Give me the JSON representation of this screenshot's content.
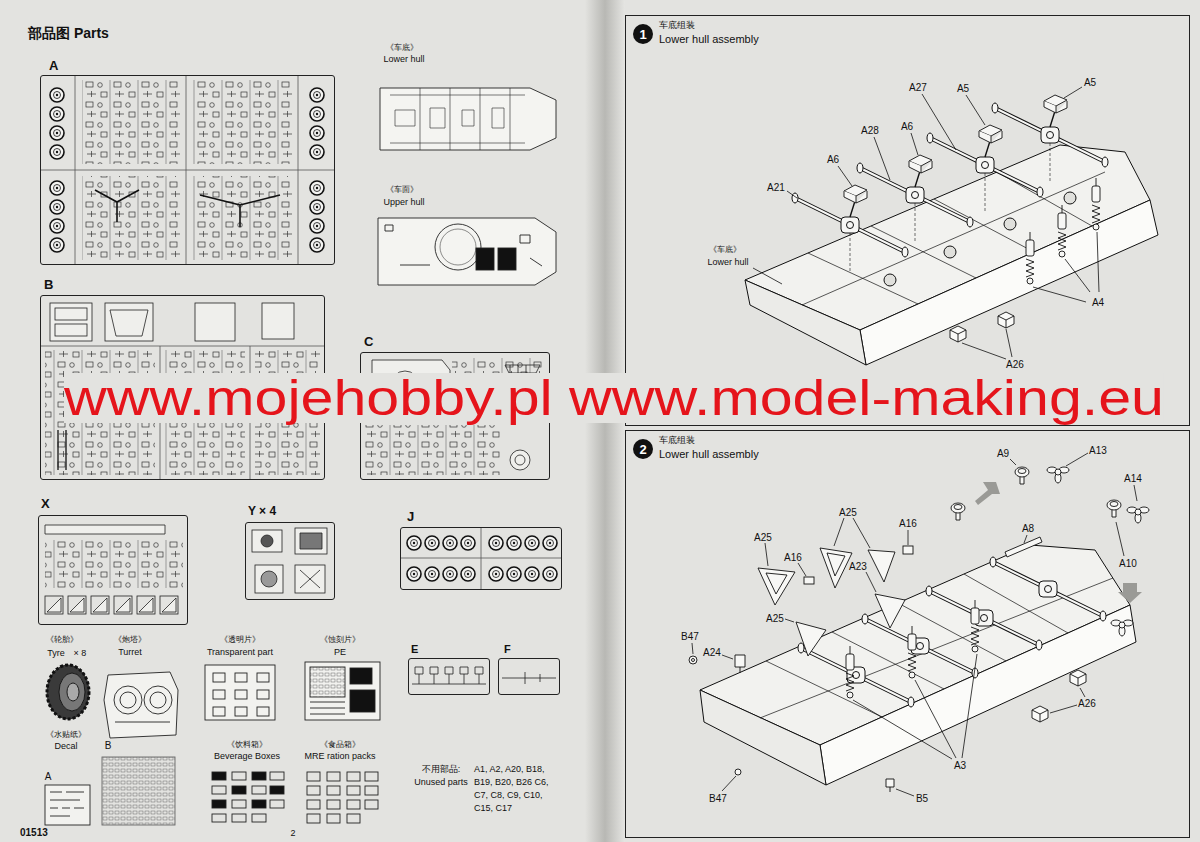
{
  "diagram": {
    "title": "部品图 Parts",
    "nodes": [
      {
        "text": [
          "A"
        ]
      },
      {
        "text": [
          "B"
        ]
      },
      {
        "text": [
          "C"
        ]
      },
      {
        "text": [
          "X"
        ]
      },
      {
        "text": [
          "Y × 4"
        ]
      },
      {
        "text": [
          "J"
        ]
      },
      {
        "text": [
          "E"
        ]
      },
      {
        "text": [
          "F"
        ]
      },
      {
        "text": [
          "车底组装",
          "Lower hull assembly"
        ]
      },
      {
        "text": [
          "1"
        ],
        "in": 8
      },
      {
        "text": [
          "车底组装",
          "Lower hull assembly"
        ]
      },
      {
        "text": [
          "2"
        ],
        "in": 10
      }
    ],
    "labels": [
      "《车底》",
      "Lower hull",
      "《车面》",
      "Upper hull",
      "《轮胎》",
      "Tyre",
      "× 8",
      "《炮塔》",
      "Turret",
      "《透明片》",
      "Transparent part",
      "《蚀刻片》",
      "PE",
      "《水贴纸》",
      "Decal",
      "A",
      "B",
      "《饮料箱》",
      "Beverage Boxes",
      "《食品箱》",
      "MRE ration packs",
      "不用部品:",
      "Unused parts",
      "A1, A2, A20, B18, B19, B20, B26 C6, C7, C8, C9, C10, C15, C17",
      "01513",
      "2",
      "www.mojehobby.pl www.model-making.eu",
      "A27",
      "A5",
      "A5",
      "A28",
      "A6",
      "A6",
      "A21",
      "《车底》",
      "Lower hull",
      "A4",
      "A26",
      "A9",
      "A13",
      "A14",
      "A25",
      "A16",
      "A8",
      "A25",
      "A16",
      "A23",
      "A25",
      "B47",
      "A24",
      "A10",
      "A26",
      "A3",
      "B47",
      "B5"
    ]
  }
}
